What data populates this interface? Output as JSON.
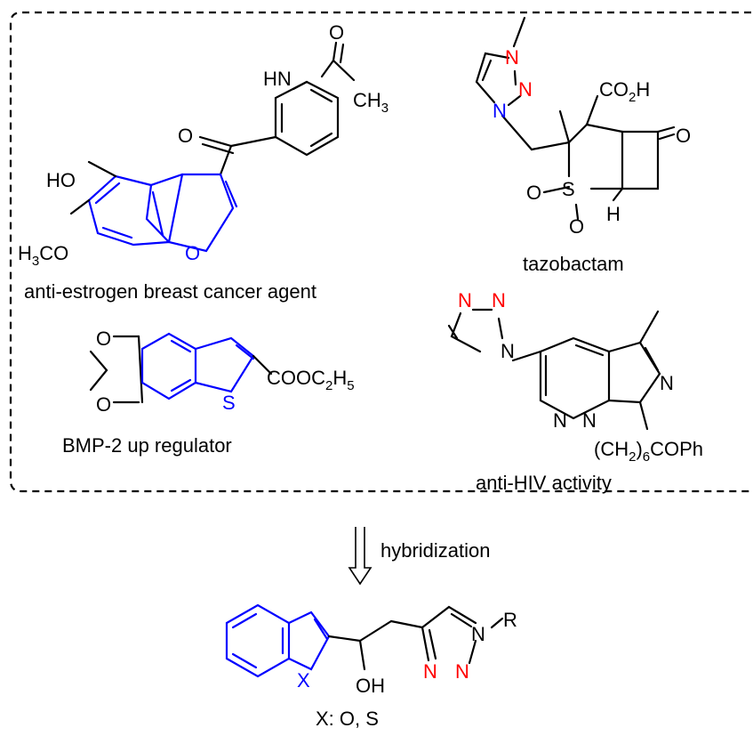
{
  "colors": {
    "heteroatom_red": "#ff0000",
    "scaffold_blue": "#0000ff",
    "bond_black": "#000000"
  },
  "captions": {
    "antiestrogen": "anti-estrogen breast cancer agent",
    "tazobactam": "tazobactam",
    "bmp2": "BMP-2 up regulator",
    "antihiv": "anti-HIV activity",
    "hybridization": "hybridization",
    "xdef": "X: O, S"
  },
  "labels": {
    "m1_nh": "HN",
    "m1_o_acyl": "O",
    "m1_ch3": "CH",
    "m1_ch3_sub": "3",
    "m1_o_ketone": "O",
    "m1_ho": "HO",
    "m1_h3co_h": "H",
    "m1_h3co_sub": "3",
    "m1_h3co_co": "CO",
    "m1_o_furan": "O",
    "m2_n1": "N",
    "m2_n2": "N",
    "m2_n3": "N",
    "m2_co2h_a": "CO",
    "m2_co2h_sub": "2",
    "m2_co2h_b": "H",
    "m2_o_ketone": "O",
    "m2_o_left": "O",
    "m2_s": "S",
    "m2_o_bottom": "O",
    "m2_h": "H",
    "m3_o1": "O",
    "m3_o2": "O",
    "m3_s": "S",
    "m3_ester_a": "COOC",
    "m3_ester_sub1": "2",
    "m3_ester_b": "H",
    "m3_ester_sub2": "5",
    "m4_n1": "N",
    "m4_n2": "N",
    "m4_n3": "N",
    "m4_n4": "N",
    "m4_n5": "N",
    "m4_n6": "N",
    "m4_chain_a": "(CH",
    "m4_chain_sub1": "2",
    "m4_chain_b": ")",
    "m4_chain_sub2": "6",
    "m4_chain_c": "COPh",
    "m5_x": "X",
    "m5_oh": "OH",
    "m5_n1": "N",
    "m5_n2": "N",
    "m5_n3": "N",
    "m5_r": "R"
  }
}
